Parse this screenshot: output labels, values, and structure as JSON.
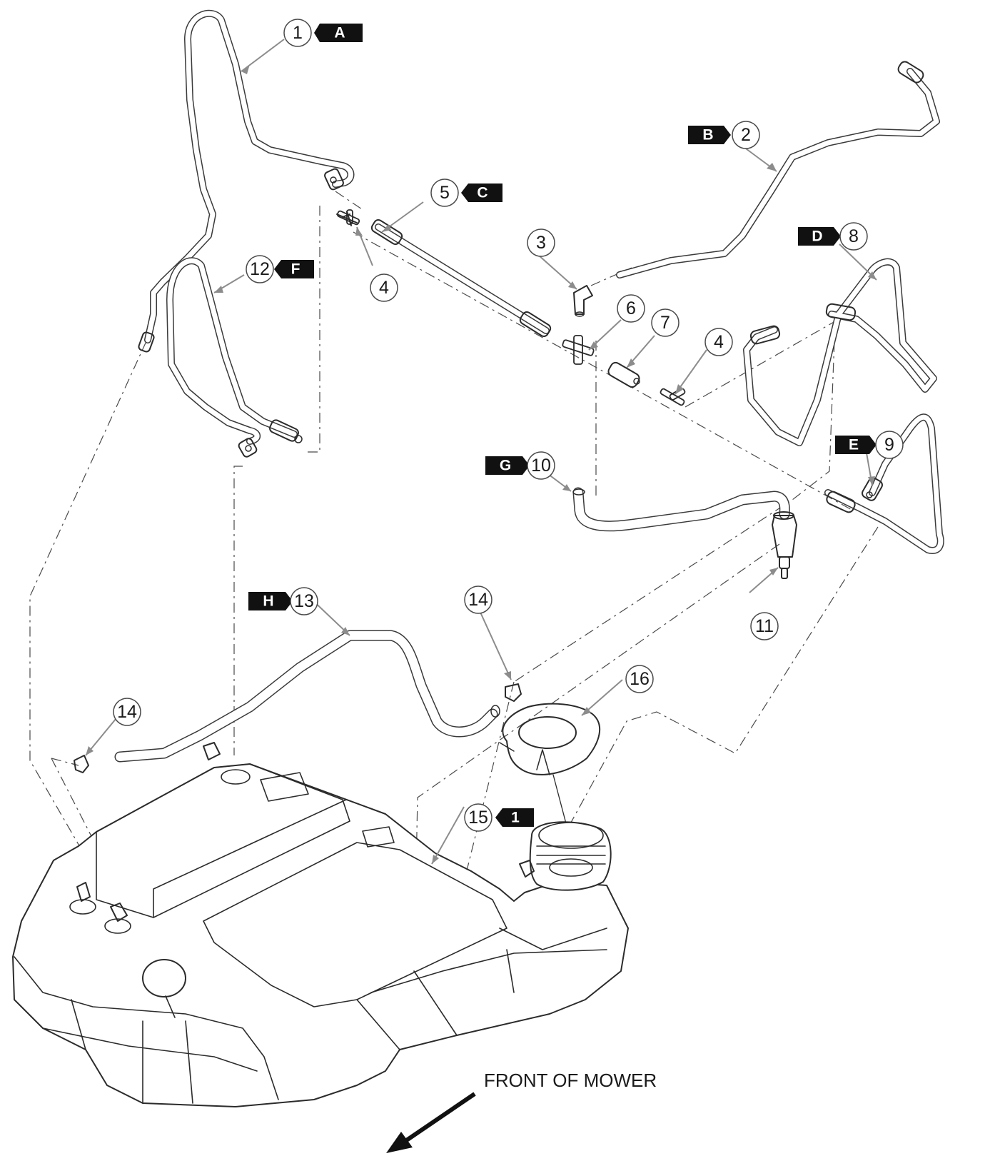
{
  "callouts": [
    {
      "num": "1",
      "tag": "A"
    },
    {
      "num": "2",
      "tag": "B"
    },
    {
      "num": "3",
      "tag": ""
    },
    {
      "num": "4",
      "tag": ""
    },
    {
      "num": "5",
      "tag": "C"
    },
    {
      "num": "6",
      "tag": ""
    },
    {
      "num": "7",
      "tag": ""
    },
    {
      "num": "4",
      "tag": ""
    },
    {
      "num": "8",
      "tag": "D"
    },
    {
      "num": "9",
      "tag": "E"
    },
    {
      "num": "10",
      "tag": "G"
    },
    {
      "num": "11",
      "tag": ""
    },
    {
      "num": "12",
      "tag": "F"
    },
    {
      "num": "13",
      "tag": "H"
    },
    {
      "num": "14",
      "tag": ""
    },
    {
      "num": "14",
      "tag": ""
    },
    {
      "num": "15",
      "tag": "1"
    },
    {
      "num": "16",
      "tag": ""
    }
  ],
  "direction_label": "FRONT OF MOWER"
}
